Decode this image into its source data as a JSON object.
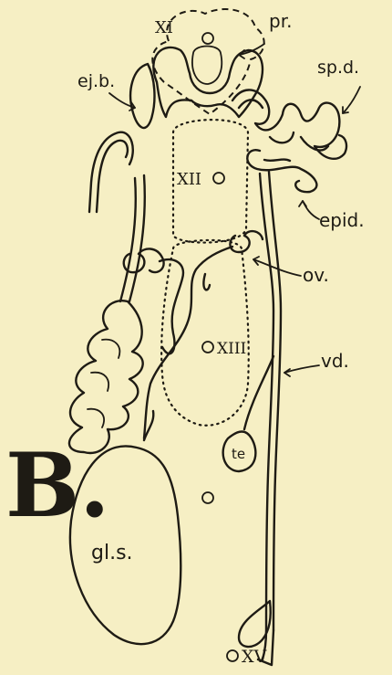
{
  "figure_letter": "B.",
  "labels": {
    "xi": "XI",
    "pr": "pr.",
    "ejb": "ej.b.",
    "spd": "sp.d.",
    "xii": "XII",
    "epid": "epid.",
    "ov": "ov.",
    "xiii": "XIII",
    "vd": "vd.",
    "te": "te",
    "gls": "gl.s.",
    "xv": "XV"
  },
  "colors": {
    "paper": "#f6efc4",
    "ink": "#1e1b14"
  }
}
